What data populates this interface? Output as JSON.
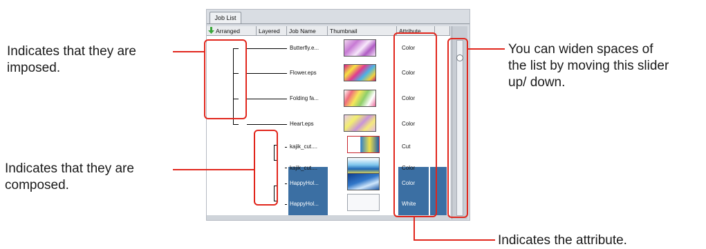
{
  "callouts": {
    "imposed": [
      "Indicates that they are",
      "imposed."
    ],
    "composed": [
      "Indicates that they are",
      "composed."
    ],
    "slider": [
      "You can widen spaces of",
      "the list by moving this slider",
      "up/ down."
    ],
    "attribute": "Indicates the attribute."
  },
  "window": {
    "tab_label": "Job List",
    "columns": [
      "Arranged",
      "Layered",
      "Job Name",
      "Thumbnail",
      "Attribute"
    ],
    "rows": [
      {
        "name": "Butterfly.e...",
        "attribute": "Color",
        "selected": false
      },
      {
        "name": "Flower.eps",
        "attribute": "Color",
        "selected": false
      },
      {
        "name": "Folding fa...",
        "attribute": "Color",
        "selected": false
      },
      {
        "name": "Heart.eps",
        "attribute": "Color",
        "selected": false
      },
      {
        "name": "kajik_cut....",
        "attribute": "Cut",
        "selected": false
      },
      {
        "name": "kajik_cut....",
        "attribute": "Color",
        "selected": false
      },
      {
        "name": "HappyHol...",
        "attribute": "Color",
        "selected": true
      },
      {
        "name": "HappyHol...",
        "attribute": "White",
        "selected": true
      }
    ]
  },
  "colors": {
    "highlight": "#e1251b",
    "selection": "#3b6fa3",
    "arrange_icon": "#3aa63a"
  },
  "icons": {
    "arranged_header": "green-down-arrow-icon",
    "slider_thumb": "circle-icon"
  }
}
